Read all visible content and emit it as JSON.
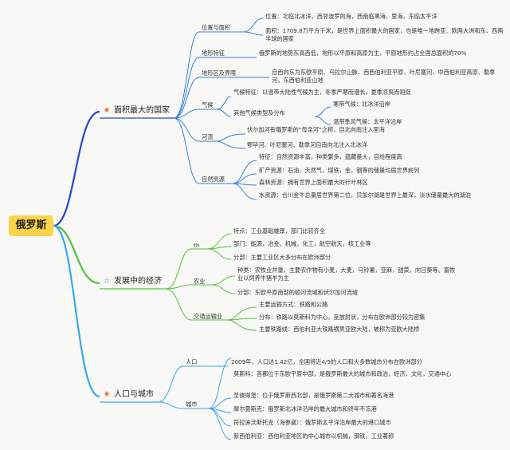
{
  "root": "俄罗斯",
  "branches": [
    {
      "label": "面积最大的国家",
      "icon": "star-icon",
      "color": "#2d45c4",
      "items": [
        {
          "label": "位置与面积",
          "children": [
            "位置：北临北冰洋，西邻波罗的海，西南临黑海、里海，东临太平洋",
            "面积：1709.8万平方千米，是世界上面积最大的国家，也是唯一地跨亚、欧两大洲和东、西两半球的国家"
          ]
        },
        {
          "label": "地形特征",
          "children": [
            "俄罗斯的地势东高西低，地形以平原和高原为主，平原地形约占全国总面积的70%"
          ]
        },
        {
          "label": "地形区及界限",
          "children": [
            "自西向东为东欧平原、乌拉尔山脉、西西伯利亚平原、叶尼塞河、中西伯利亚高原、勒拿河，东西伯利亚山地"
          ]
        },
        {
          "label": "气候",
          "children": [
            "气候特征：以温带大陆性气候为主，冬季严寒而漫长，夏季凉爽而短促",
            "其他气候类型及分布",
            "寒带气候：北冰洋沿岸",
            "温带季风气候：太平洋沿岸"
          ]
        },
        {
          "label": "河流",
          "children": [
            "伏尔加河有俄罗斯的“母亲河”之称，自北向南注入里海",
            "鄂毕河、叶尼塞河、勒拿河自南向北注入北冰洋"
          ]
        },
        {
          "label": "自然资源",
          "children": [
            "特征：自然资源丰富，种类繁多，蕴藏量大，自给程度高",
            "矿产资源：石油，天然气，煤铁，金，钢等的储量均居世界前列",
            "森林资源：拥有世界上面积最大的针叶林区",
            "水资源：合川金牛总量居世界第二位，贝加尔湖是世界上最深，淡水储量最大的湖泊"
          ]
        }
      ]
    },
    {
      "label": "发展中的经济",
      "icon": "star-outline-icon",
      "color": "#52c236",
      "items": [
        {
          "label": "th",
          "children": [
            "特点：工业基础雄厚，部门比较齐全",
            "部门：能源，冶金，机械，化工，航空航天，核工业等",
            "分部：主要工业区大多分布在欧洲部分"
          ]
        },
        {
          "label": "农业",
          "children": [
            "种类：农牧业并重，主要农作物有小麦，大麦，马铃薯，亚麻，甜菜，向日葵等。畜牧业以饲养牛猪羊为主",
            "分部：东欧平原南部的顿河流域和伏尔加河流域"
          ]
        },
        {
          "label": "交通运输业",
          "children": [
            "主要运输方式：铁路和公路",
            "分布：铁路以莫斯科为中心，呈放射状，分布在欧洲部分较为密集",
            "主要铁路线：西伯利亚大铁路横贯亚欧大陆，被称为亚欧大陆桥"
          ]
        }
      ]
    },
    {
      "label": "人口与城市",
      "icon": "star-icon",
      "color": "#3aa8e8",
      "items": [
        {
          "label": "人口",
          "children": [
            "2009年，人口达1.42亿，全国将近4/5的人口和大多数城市分布在欧洲部分"
          ]
        },
        {
          "label": "城市",
          "children": [
            "莫斯科：首都位于东欧平原中部，是俄罗斯最大的城市和政治，经济，文化，交通中心",
            "圣彼得堡：位于俄罗斯西北部，是俄罗斯第二大城市和著名海港",
            "摩尔曼斯克：俄罗斯北冰洋沿岸的最大城市和终年不冻港",
            "符拉迪沃斯托克（海参崴）：俄罗斯太平洋沿岸最大的港口城市",
            "新西伯利亚：西伯利亚地区的中心城市以机械，钢铁，工业著称"
          ]
        }
      ]
    }
  ]
}
